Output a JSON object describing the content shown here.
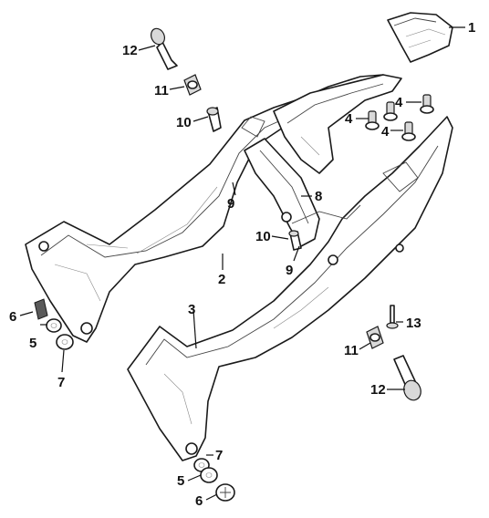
{
  "callouts": [
    {
      "id": "c1",
      "label": "1"
    },
    {
      "id": "c2",
      "label": "2"
    },
    {
      "id": "c3",
      "label": "3"
    },
    {
      "id": "c4a",
      "label": "4"
    },
    {
      "id": "c4b",
      "label": "4"
    },
    {
      "id": "c4c",
      "label": "4"
    },
    {
      "id": "c5a",
      "label": "5"
    },
    {
      "id": "c5b",
      "label": "5"
    },
    {
      "id": "c6a",
      "label": "6"
    },
    {
      "id": "c6b",
      "label": "6"
    },
    {
      "id": "c7a",
      "label": "7"
    },
    {
      "id": "c7b",
      "label": "7"
    },
    {
      "id": "c8",
      "label": "8"
    },
    {
      "id": "c9a",
      "label": "9"
    },
    {
      "id": "c9b",
      "label": "9"
    },
    {
      "id": "c10a",
      "label": "10"
    },
    {
      "id": "c10b",
      "label": "10"
    },
    {
      "id": "c11a",
      "label": "11"
    },
    {
      "id": "c11b",
      "label": "11"
    },
    {
      "id": "c12a",
      "label": "12"
    },
    {
      "id": "c12b",
      "label": "12"
    },
    {
      "id": "c13",
      "label": "13"
    }
  ]
}
